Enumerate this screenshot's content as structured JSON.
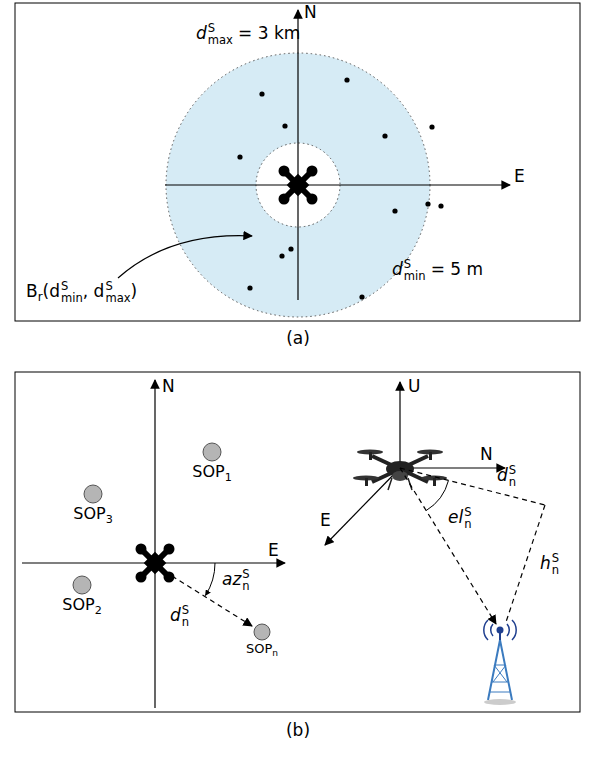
{
  "diagram": {
    "nodes": [
      {
        "text": [
          "SOP",
          "1"
        ]
      },
      {
        "text": [
          "SOP",
          "3"
        ]
      },
      {
        "text": [
          "SOP",
          "2"
        ]
      },
      {
        "text": [
          "SOP",
          "n"
        ]
      }
    ],
    "labels": [
      "N",
      "E",
      "d",
      "S",
      "max",
      "= 3 km",
      "d",
      "S",
      "min",
      "= 5 m",
      "B",
      "r",
      "(d",
      "S",
      "min",
      ", d",
      "S",
      "max",
      ")",
      "(a)",
      "N",
      "E",
      "az",
      "S",
      "n",
      "d",
      "S",
      "n",
      "U",
      "N",
      "E",
      "d",
      "S",
      "n",
      "el",
      "S",
      "n",
      "h",
      "S",
      "n",
      "(b)"
    ]
  }
}
